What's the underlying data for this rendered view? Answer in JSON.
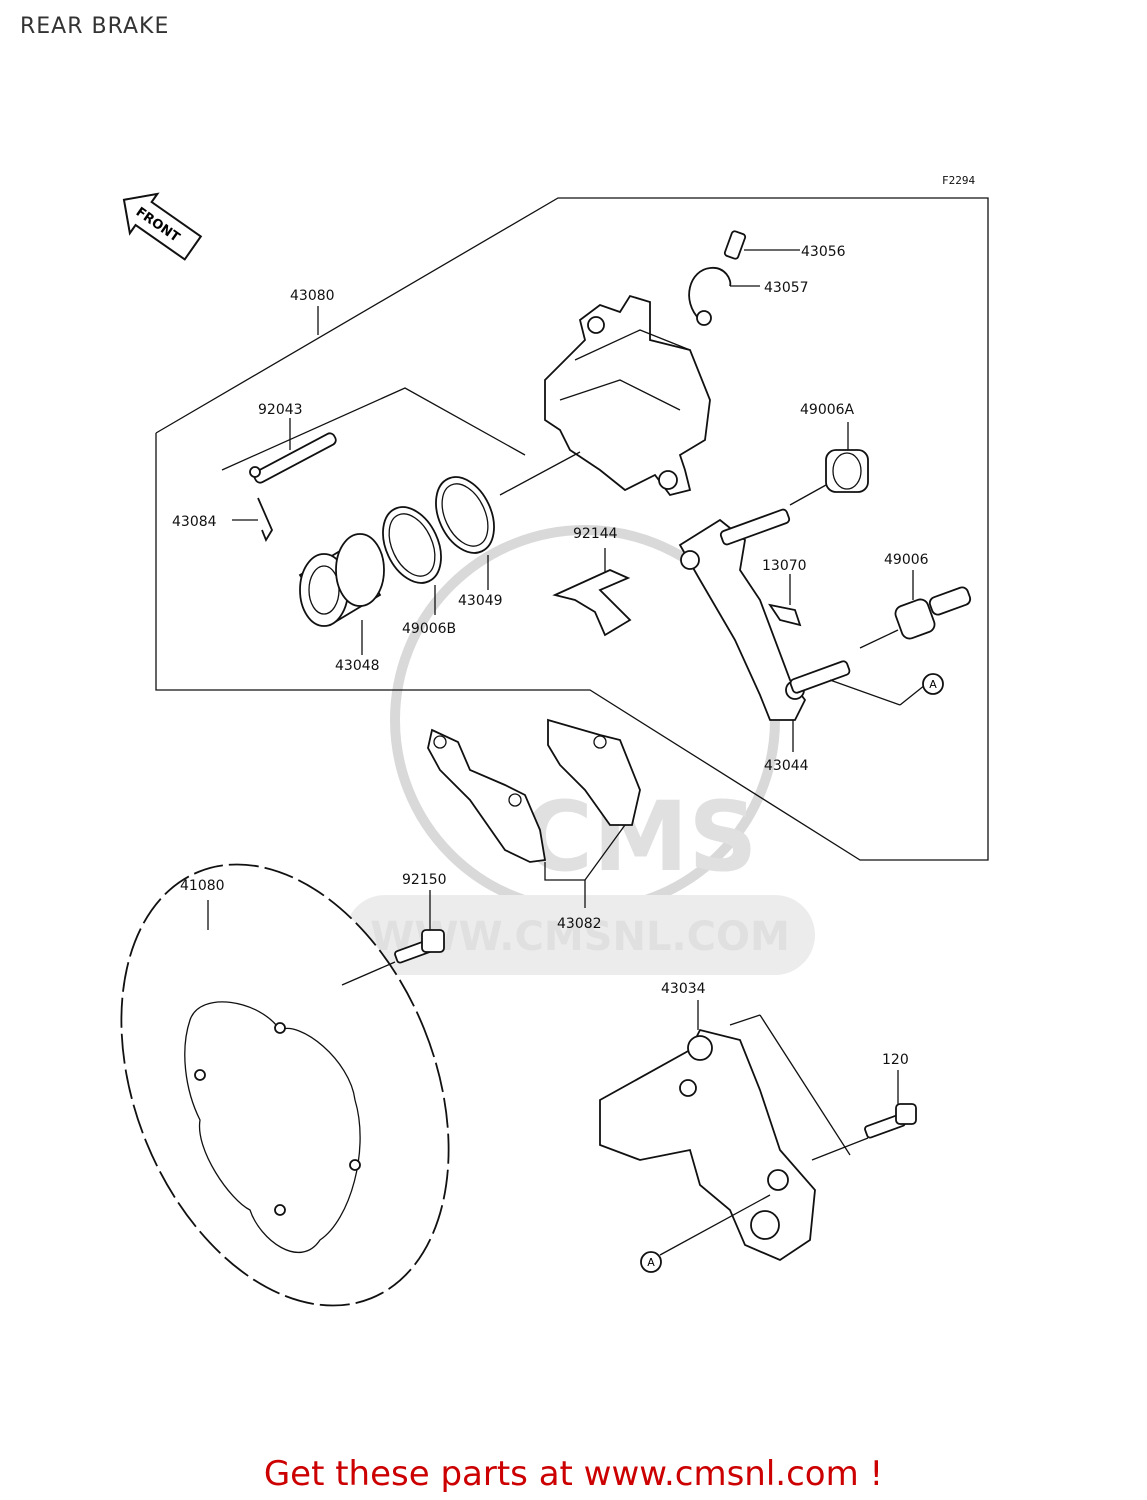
{
  "page": {
    "title": "REAR BRAKE",
    "figure_code": "F2294",
    "front_indicator": "FRONT",
    "footer": "Get these parts at www.cmsnl.com !"
  },
  "watermark": {
    "text": "CMS",
    "url": "WWW.CMSNL.COM"
  },
  "callouts": {
    "ref_a": "A"
  },
  "parts": [
    {
      "id": "43080"
    },
    {
      "id": "43056"
    },
    {
      "id": "43057"
    },
    {
      "id": "92043"
    },
    {
      "id": "49006A"
    },
    {
      "id": "43084"
    },
    {
      "id": "92144"
    },
    {
      "id": "13070"
    },
    {
      "id": "49006"
    },
    {
      "id": "43049"
    },
    {
      "id": "49006B"
    },
    {
      "id": "43048"
    },
    {
      "id": "43044"
    },
    {
      "id": "41080"
    },
    {
      "id": "92150"
    },
    {
      "id": "43082"
    },
    {
      "id": "43034"
    },
    {
      "id": "120"
    }
  ]
}
